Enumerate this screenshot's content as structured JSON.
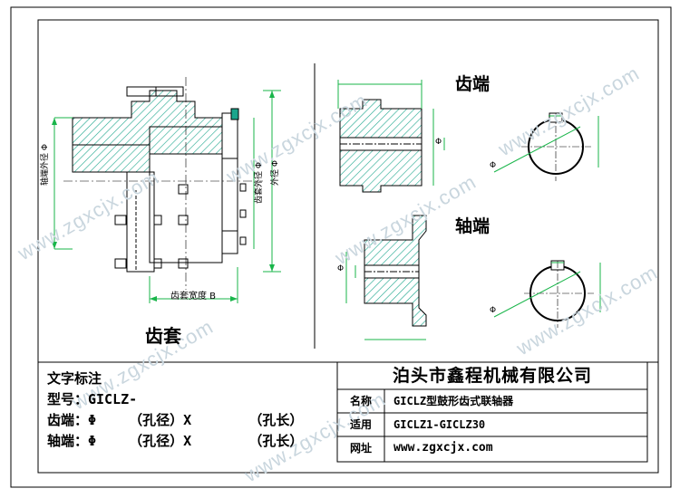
{
  "watermark": "www.zgxcjx.com",
  "views": {
    "sleeve_label": "齿套",
    "gear_end_label": "齿端",
    "shaft_end_label": "轴端",
    "width_label": "齿套宽度 B",
    "hub_od_label": "轴端外径 Φ",
    "gear_od_label": "齿套外径 Φ",
    "od_label": "外径 Φ",
    "phi": "Φ"
  },
  "notes": {
    "heading": "文字标注",
    "model": "型号：GICLZ-",
    "gear_end": "齿端：Φ    （孔径）X       （孔长）",
    "shaft_end": "轴端：Φ    （孔径）X       （孔长）"
  },
  "title_block": {
    "company": "泊头市鑫程机械有限公司",
    "rows": [
      {
        "key": "名称",
        "value": "GICLZ型鼓形齿式联轴器"
      },
      {
        "key": "适用",
        "value": "GICLZ1-GICLZ30"
      },
      {
        "key": "网址",
        "value": "www.zgxcjx.com"
      }
    ]
  },
  "colors": {
    "hatch": "#1aa58c",
    "dimension": "#19b54a",
    "outline": "#000000"
  }
}
